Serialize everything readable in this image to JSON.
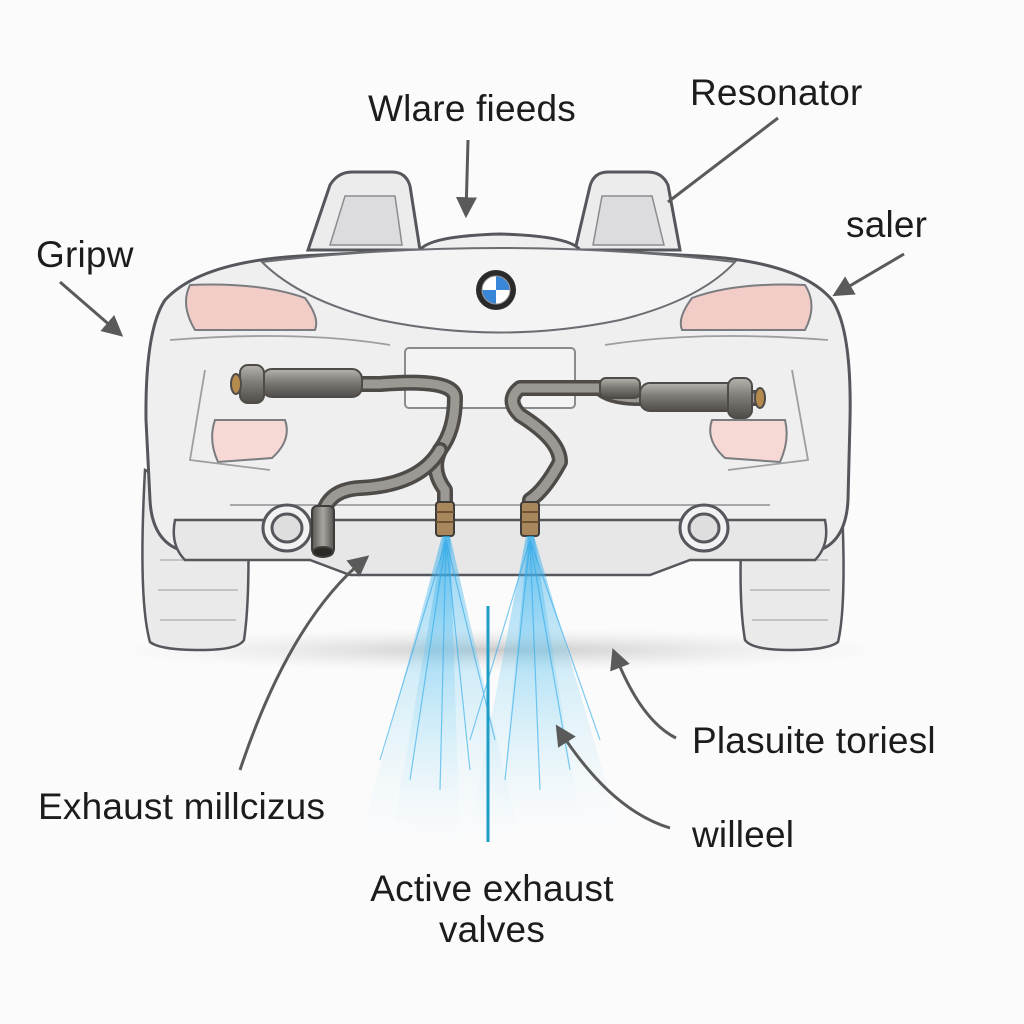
{
  "labels": {
    "top_center": "Wlare fieeds",
    "top_right": "Resonator",
    "left": "Gripw",
    "right": "saler",
    "bottom_left": "Exhaust millcizus",
    "bottom_right_upper": "Plasuite toriesl",
    "bottom_right_lower": "willeel",
    "bottom_center_line1": "Active exhaust",
    "bottom_center_line2": "valves"
  },
  "colors": {
    "body": "#eeeeef",
    "outline": "#55575c",
    "taillight": "#f2c9c4",
    "pipe": "#7d7a76",
    "spray": "#39b4ea",
    "arrow": "#5a5a5a"
  },
  "logo": "bmw-roundel"
}
